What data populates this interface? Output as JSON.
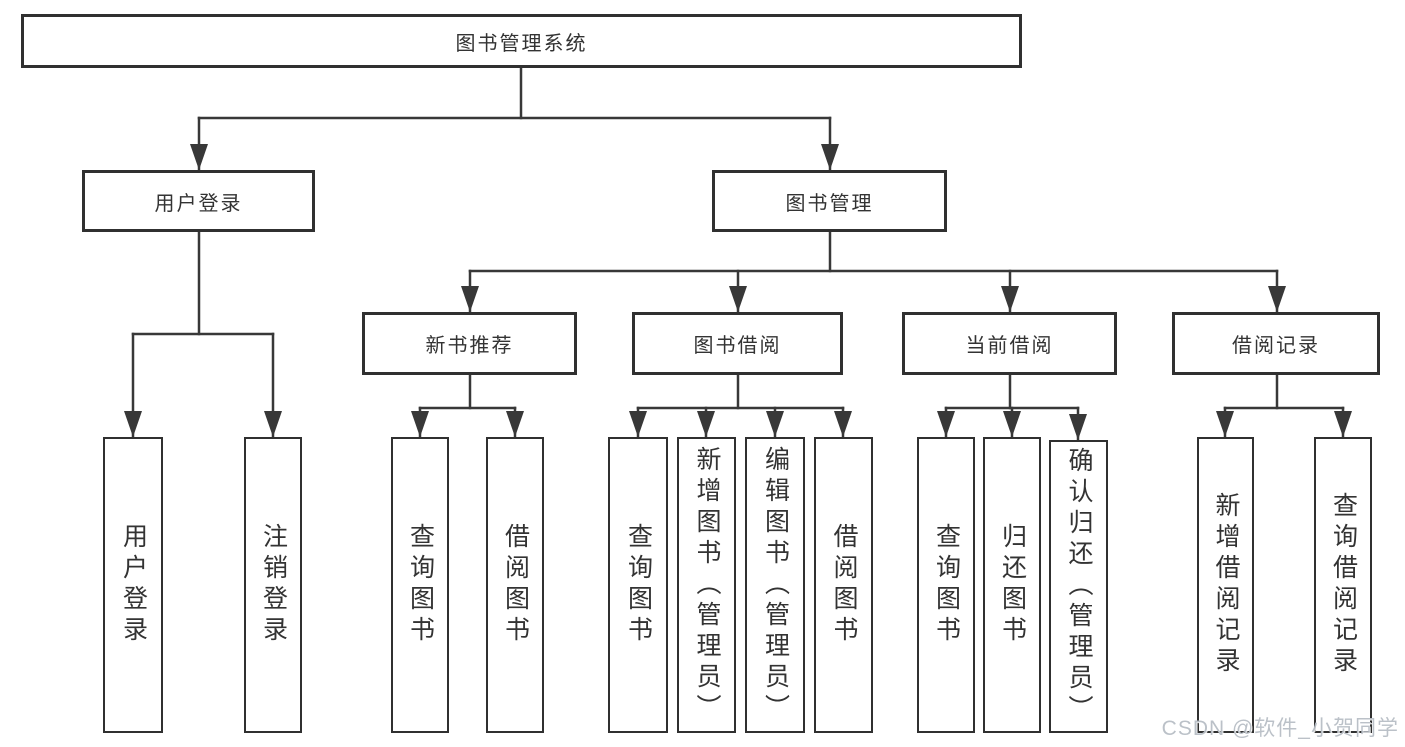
{
  "diagram": {
    "type": "hierarchy-tree",
    "tree": {
      "root": {
        "label": "图书管理系统"
      },
      "children": [
        {
          "label": "用户登录",
          "children": [
            {
              "label": "用户登录"
            },
            {
              "label": "注销登录"
            }
          ]
        },
        {
          "label": "图书管理",
          "children": [
            {
              "label": "新书推荐",
              "children": [
                {
                  "label": "查询图书"
                },
                {
                  "label": "借阅图书"
                }
              ]
            },
            {
              "label": "图书借阅",
              "children": [
                {
                  "label": "查询图书"
                },
                {
                  "label": "新增图书（管理员）"
                },
                {
                  "label": "编辑图书（管理员）"
                },
                {
                  "label": "借阅图书"
                }
              ]
            },
            {
              "label": "当前借阅",
              "children": [
                {
                  "label": "查询图书"
                },
                {
                  "label": "归还图书"
                },
                {
                  "label": "确认归还（管理员）"
                }
              ]
            },
            {
              "label": "借阅记录",
              "children": [
                {
                  "label": "新增借阅记录"
                },
                {
                  "label": "查询借阅记录"
                }
              ]
            }
          ]
        }
      ]
    },
    "colors": {
      "box_border": "#303030",
      "connector_line": "#383838",
      "text": "#333333",
      "background": "#ffffff",
      "watermark": "#b7bec5"
    }
  },
  "watermark": {
    "text": "CSDN @软件_小贺同学"
  }
}
